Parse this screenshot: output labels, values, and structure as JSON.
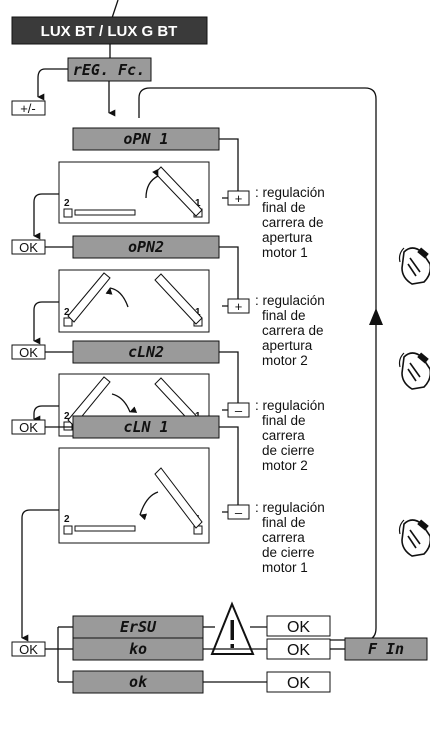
{
  "header": {
    "title": "LUX BT / LUX G BT"
  },
  "steps": {
    "reg_fc": "rEG. Fc.",
    "plus_minus": "+/-",
    "opn1": "oPN 1",
    "opn2": "oPN2",
    "cln2": "cLN2",
    "cln1": "cLN 1",
    "ersu": "ErSU",
    "ko": "ko",
    "ok": "ok",
    "fin": "F In"
  },
  "buttons": {
    "ok": "OK",
    "plus": "+",
    "minus": "–"
  },
  "descriptions": {
    "d1": [
      ": regulación",
      "final de",
      "carrera de",
      "apertura",
      "motor 1"
    ],
    "d2": [
      ": regulación",
      "final de",
      "carrera de",
      "apertura",
      "motor 2"
    ],
    "d3": [
      ": regulación",
      "final de",
      "carrera",
      "de cierre",
      "motor 2"
    ],
    "d4": [
      ": regulación",
      "final de",
      "carrera",
      "de cierre",
      "motor 1"
    ]
  },
  "motor_labels": {
    "m1": "1",
    "m2": "2"
  },
  "icons": [
    "hand-remote-icon",
    "warning-triangle-icon",
    "arrow-icon"
  ],
  "colors": {
    "header_bg": "#3a3a3a",
    "display_bg": "#9a9a9a",
    "ink": "#111111"
  }
}
